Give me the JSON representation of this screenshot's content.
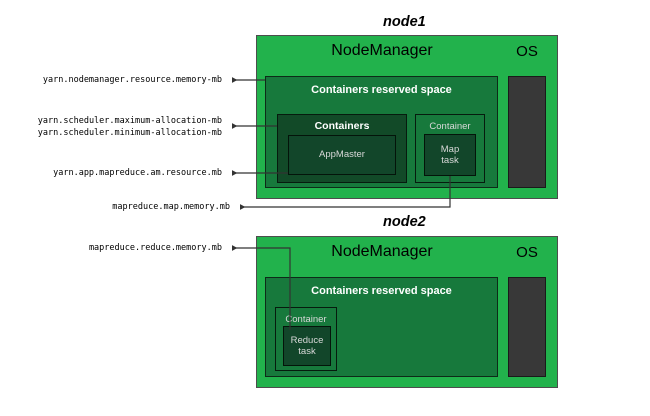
{
  "diagram": {
    "title_hidden": "Hadoop YARN memory configuration properties map",
    "colors": {
      "node_green": "#22b24c",
      "reserved_green": "#17793c",
      "containers_dark": "#124a28",
      "task_dark": "#12462a",
      "os_gray": "#383838",
      "line": "#333333",
      "label_text": "#000000",
      "white_text": "#ffffff",
      "muted_text": "#d8d8d8"
    }
  },
  "labels": [
    {
      "id": "nm-resource-memory",
      "text": "yarn.nodemanager.resource.memory-mb"
    },
    {
      "id": "scheduler-max-alloc",
      "text": "yarn.scheduler.maximum-allocation-mb"
    },
    {
      "id": "scheduler-min-alloc",
      "text": "yarn.scheduler.minimum-allocation-mb"
    },
    {
      "id": "am-resource",
      "text": "yarn.app.mapreduce.am.resource.mb"
    },
    {
      "id": "map-memory",
      "text": "mapreduce.map.memory.mb"
    },
    {
      "id": "reduce-memory",
      "text": "mapreduce.reduce.memory.mb"
    }
  ],
  "node1": {
    "caption": "node1",
    "nodemanager_title": "NodeManager",
    "os_title": "OS",
    "reserved_space_label": "Containers reserved space",
    "containers_group_label": "Containers",
    "appmaster_label": "AppMaster",
    "container_label": "Container",
    "map_task_label": "Map\ntask",
    "map_task_line1": "Map",
    "map_task_line2": "task"
  },
  "node2": {
    "caption": "node2",
    "nodemanager_title": "NodeManager",
    "os_title": "OS",
    "reserved_space_label": "Containers reserved space",
    "container_label": "Container",
    "reduce_task_line1": "Reduce",
    "reduce_task_line2": "task"
  }
}
